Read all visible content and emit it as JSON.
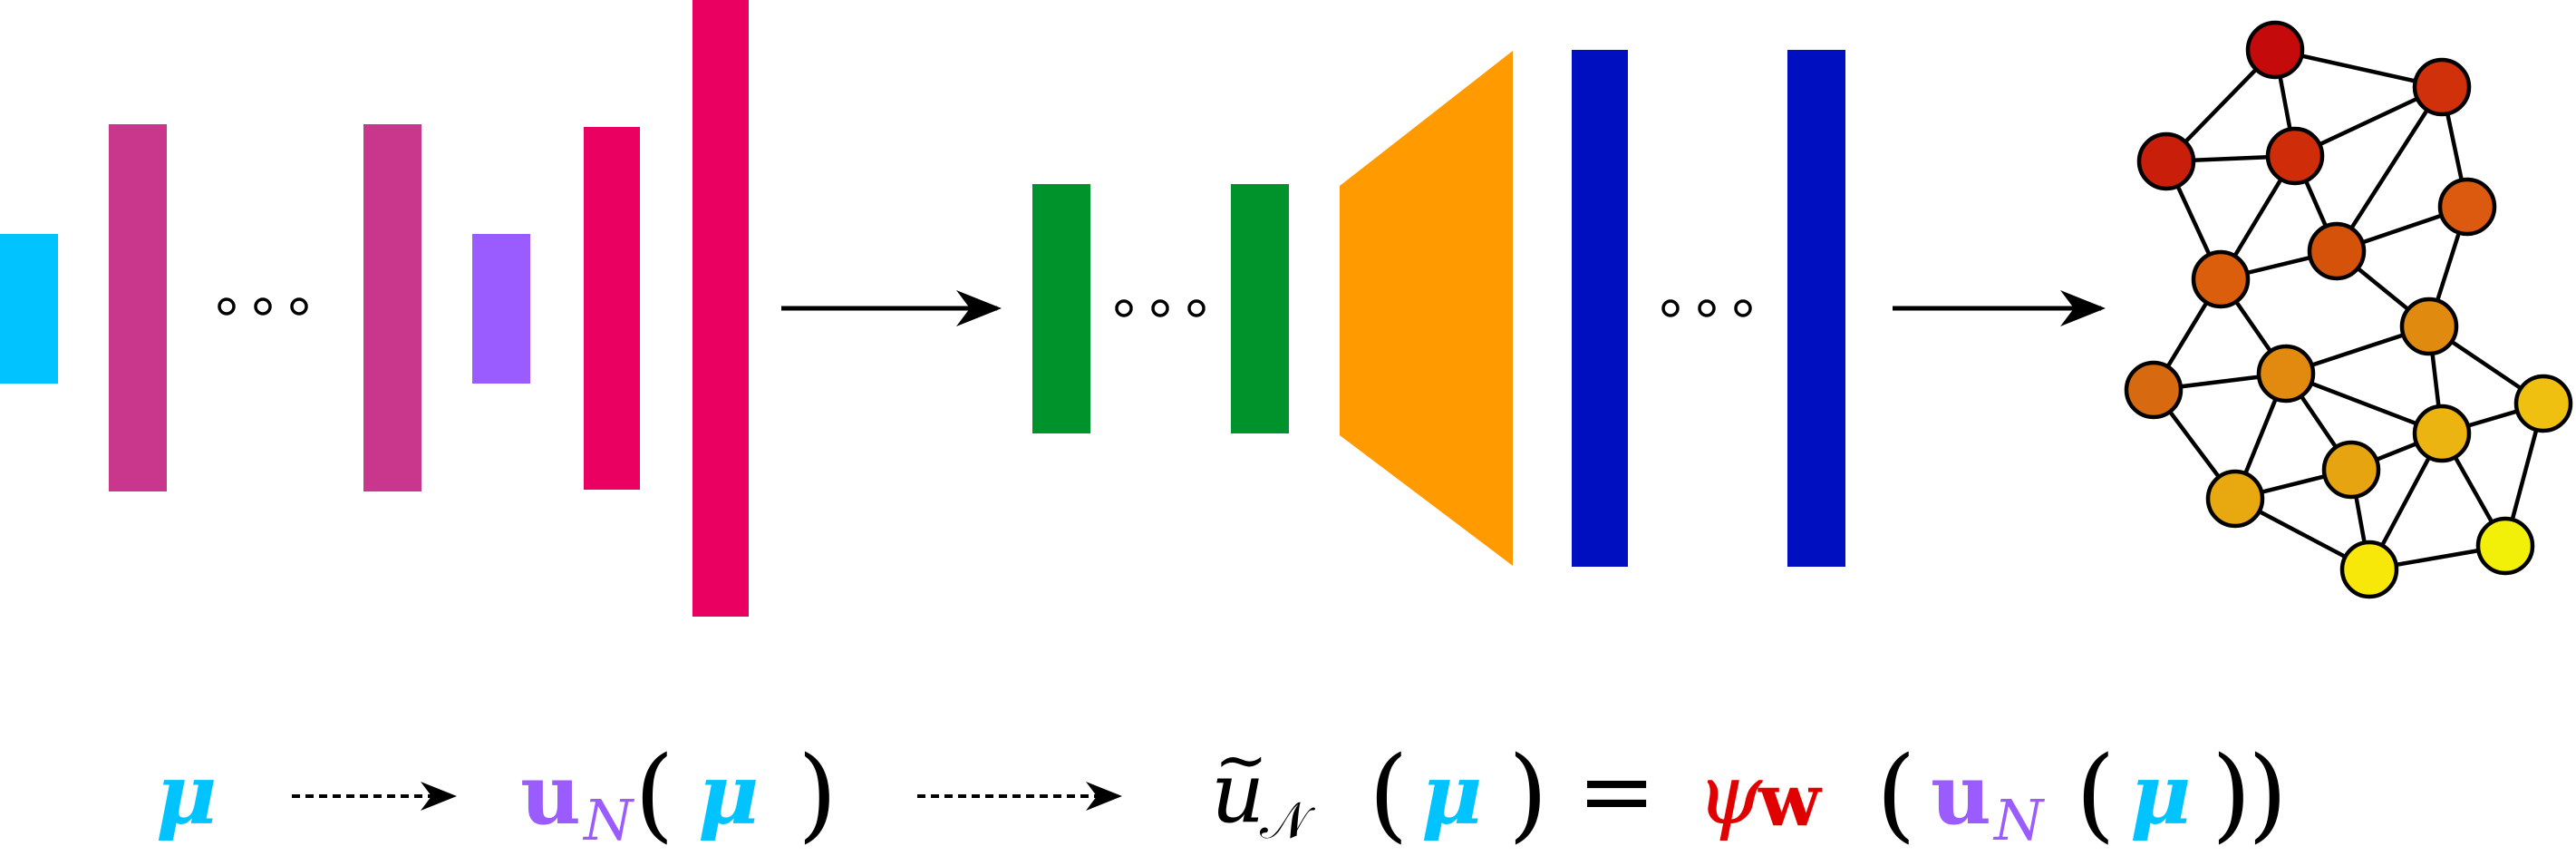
{
  "colors": {
    "input": "#00c3ff",
    "encoder_hidden": "#c8378c",
    "latent": "#9a5cff",
    "encoder_out": "#ea0060",
    "decoder_hidden": "#00922b",
    "trapezoid": "#ff9a00",
    "decoder_out": "#0010c0",
    "arrow": "#000000",
    "psi": "#e00000"
  },
  "formula": {
    "mu": "μ",
    "u": "u",
    "sub_N": "N",
    "sub_calN": "𝒩",
    "u_tilde_base": "u",
    "tilde": "~",
    "equals": "=",
    "psi": "ψ",
    "w": "w",
    "lparen": "(",
    "rparen": ")"
  },
  "graph": {
    "nodes": [
      {
        "id": "n1",
        "color": "#c40a0a"
      },
      {
        "id": "n2",
        "color": "#d0300a"
      },
      {
        "id": "n3",
        "color": "#c81e0a"
      },
      {
        "id": "n4",
        "color": "#cf2c0a"
      },
      {
        "id": "n5",
        "color": "#dc5a10"
      },
      {
        "id": "n6",
        "color": "#d4520a"
      },
      {
        "id": "n7",
        "color": "#da5e0c"
      },
      {
        "id": "n8",
        "color": "#e08a10"
      },
      {
        "id": "n9",
        "color": "#d76a10"
      },
      {
        "id": "n10",
        "color": "#e28a10"
      },
      {
        "id": "n11",
        "color": "#efc010"
      },
      {
        "id": "n12",
        "color": "#ecb410"
      },
      {
        "id": "n13",
        "color": "#e8a810"
      },
      {
        "id": "n14",
        "color": "#e6a410"
      },
      {
        "id": "n15",
        "color": "#f7e80a"
      },
      {
        "id": "n16",
        "color": "#f2ef08"
      }
    ],
    "edges": [
      [
        "n1",
        "n2"
      ],
      [
        "n1",
        "n3"
      ],
      [
        "n1",
        "n4"
      ],
      [
        "n2",
        "n4"
      ],
      [
        "n2",
        "n6"
      ],
      [
        "n2",
        "n5"
      ],
      [
        "n3",
        "n4"
      ],
      [
        "n3",
        "n7"
      ],
      [
        "n4",
        "n6"
      ],
      [
        "n4",
        "n7"
      ],
      [
        "n5",
        "n6"
      ],
      [
        "n5",
        "n8"
      ],
      [
        "n6",
        "n7"
      ],
      [
        "n6",
        "n8"
      ],
      [
        "n7",
        "n9"
      ],
      [
        "n7",
        "n10"
      ],
      [
        "n8",
        "n10"
      ],
      [
        "n8",
        "n11"
      ],
      [
        "n8",
        "n12"
      ],
      [
        "n9",
        "n10"
      ],
      [
        "n9",
        "n13"
      ],
      [
        "n10",
        "n12"
      ],
      [
        "n10",
        "n14"
      ],
      [
        "n10",
        "n13"
      ],
      [
        "n11",
        "n12"
      ],
      [
        "n11",
        "n16"
      ],
      [
        "n12",
        "n14"
      ],
      [
        "n12",
        "n15"
      ],
      [
        "n12",
        "n16"
      ],
      [
        "n13",
        "n14"
      ],
      [
        "n13",
        "n15"
      ],
      [
        "n14",
        "n15"
      ],
      [
        "n15",
        "n16"
      ]
    ]
  }
}
